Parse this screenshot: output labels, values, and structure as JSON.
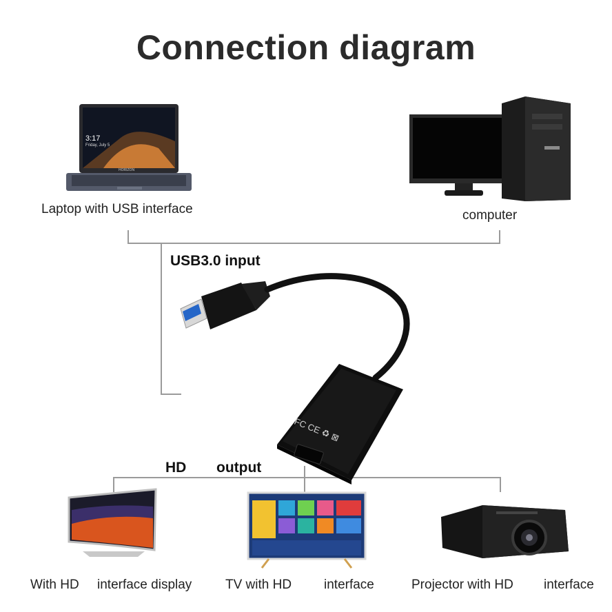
{
  "title": "Connection diagram",
  "sources": {
    "laptop": {
      "label": "Laptop with USB interface",
      "screen_text": "3:17",
      "screen_subtext": "Friday, July 5",
      "brand": "HORIZON"
    },
    "computer": {
      "label": "computer"
    }
  },
  "input_label": "USB3.0 input",
  "output_label_left": "HD",
  "output_label_right": "output",
  "device": {
    "markings": "FC CE ♻ ⊠"
  },
  "targets": {
    "display": {
      "label_left": "With HD",
      "label_right": "interface display"
    },
    "tv": {
      "label_left": "TV with HD",
      "label_right": "interface"
    },
    "projector": {
      "label_left": "Projector with HD",
      "label_right": "interface"
    }
  },
  "colors": {
    "line": "#9a9a9a",
    "device": "#111111",
    "accent_blue": "#1e88e5"
  }
}
